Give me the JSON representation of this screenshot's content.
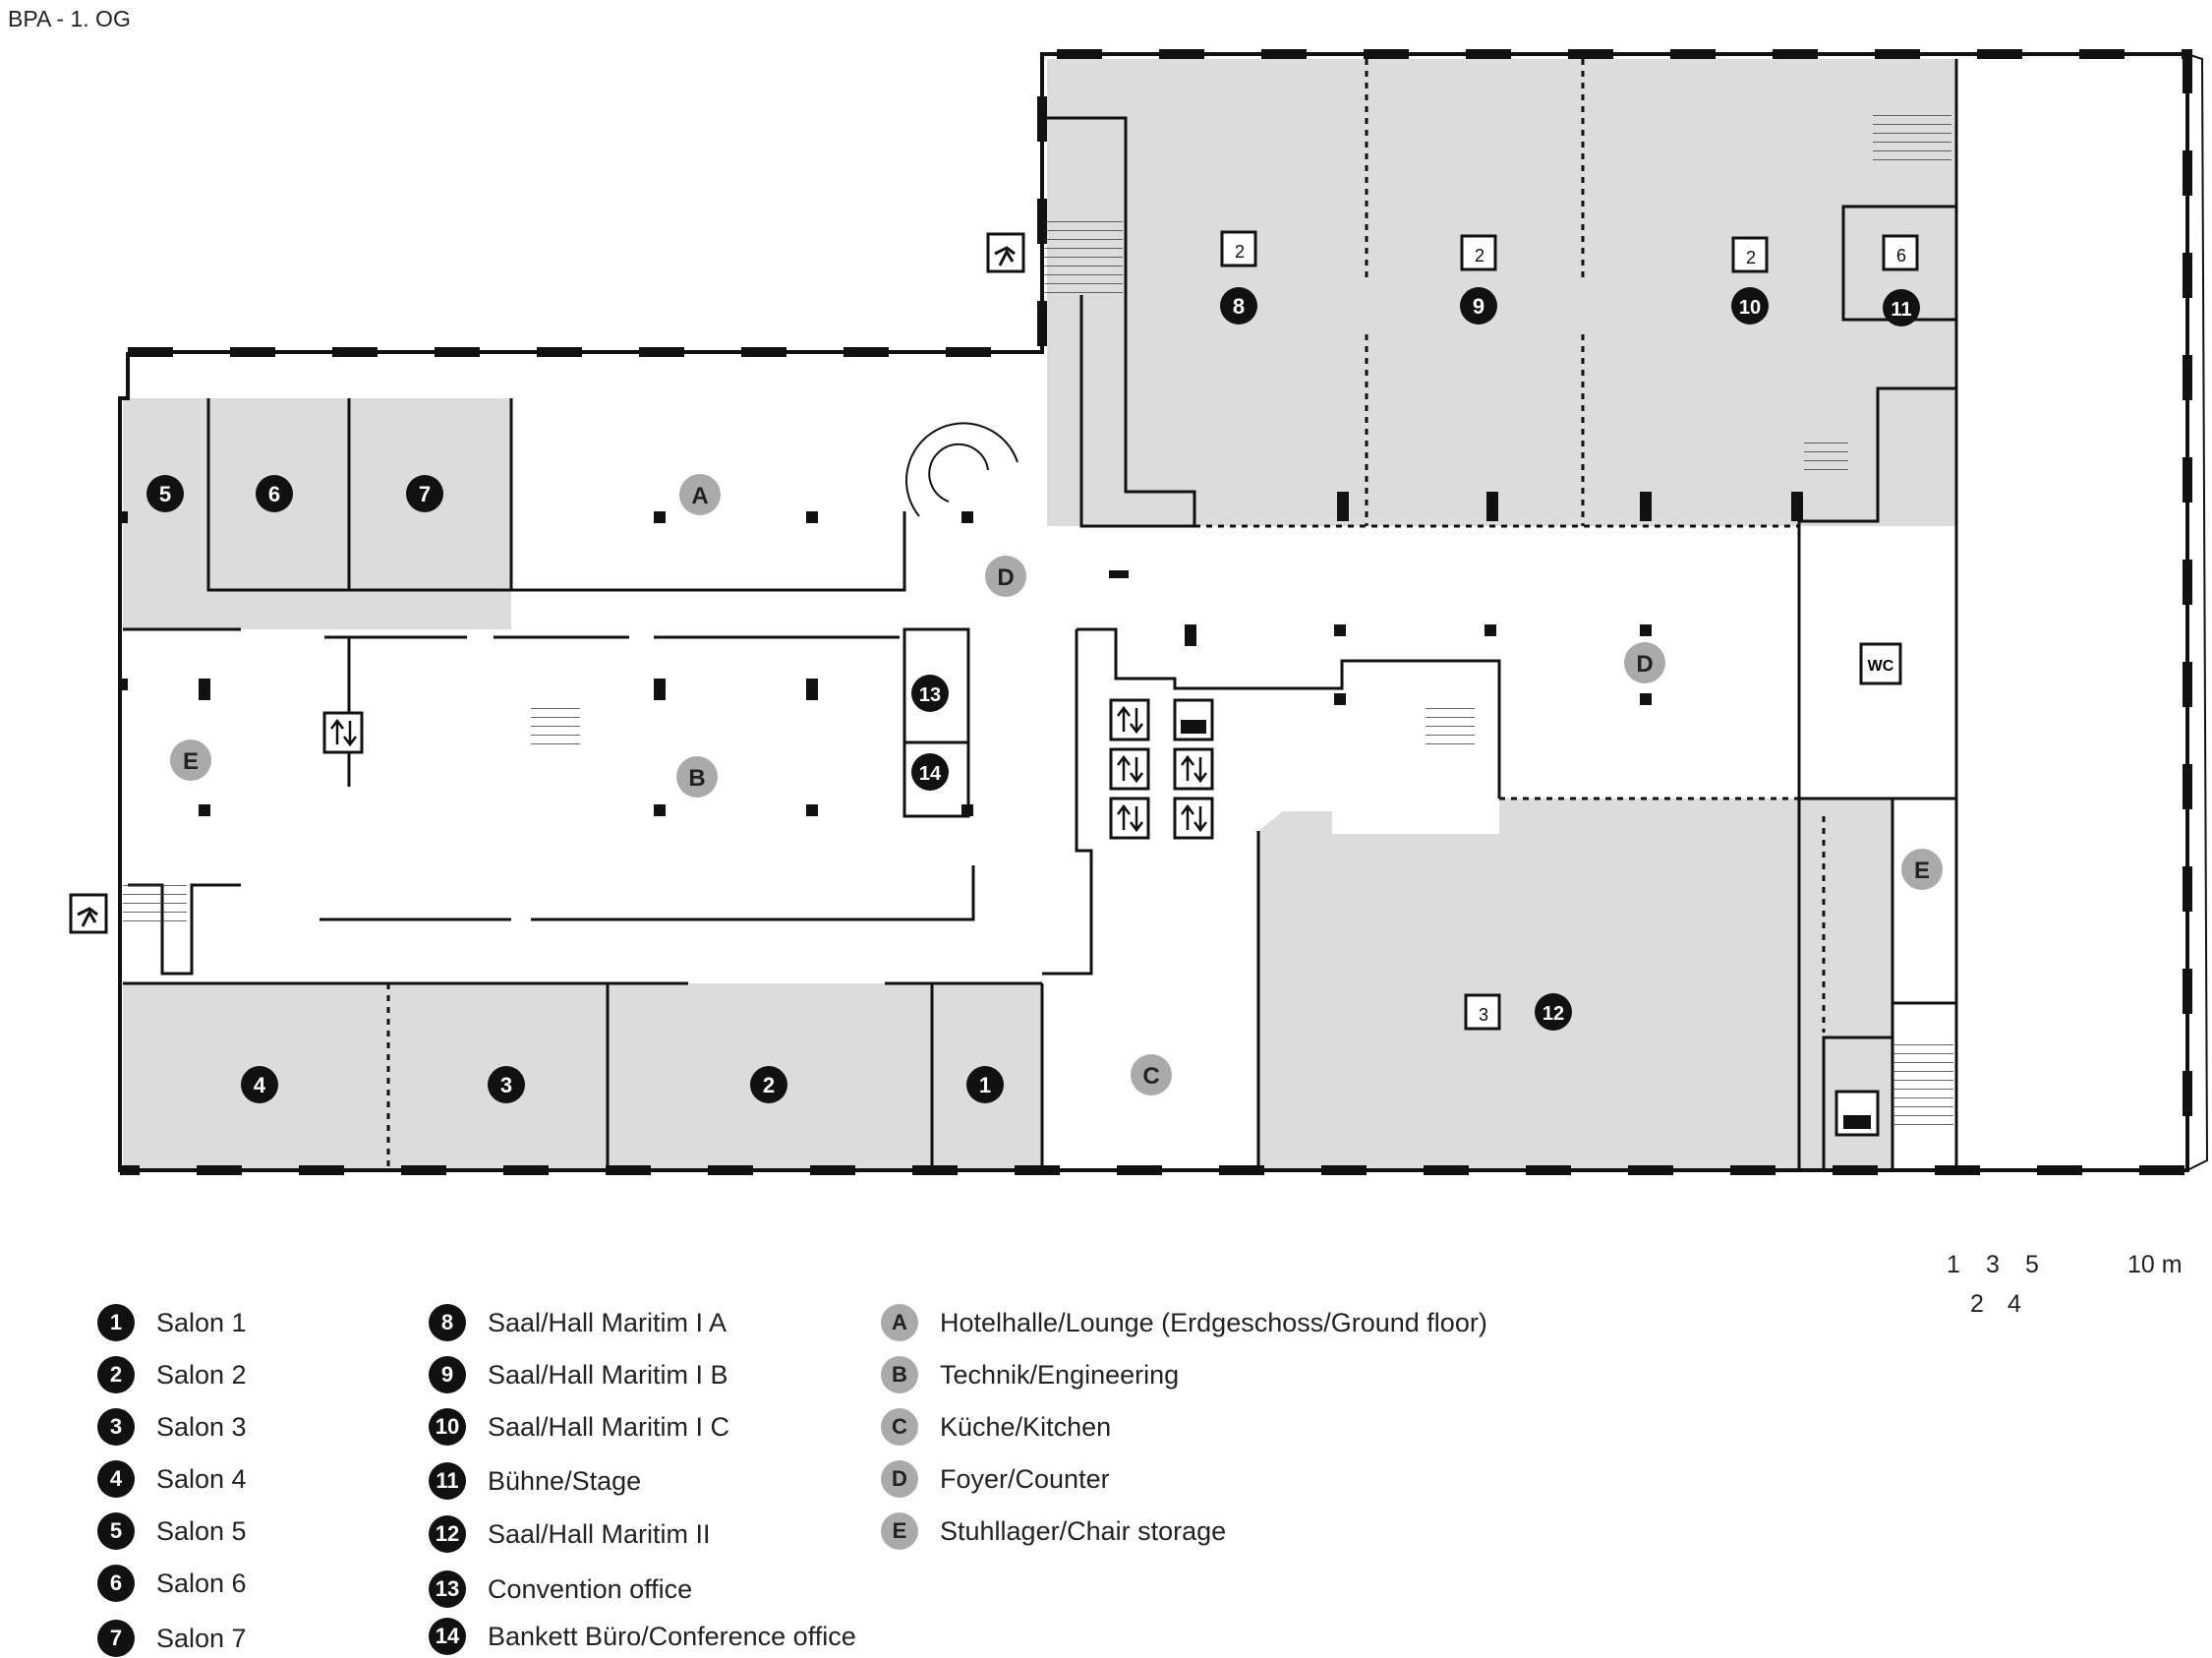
{
  "title": "BPA - 1. OG",
  "rooms": {
    "n1": "1",
    "n2": "2",
    "n3": "3",
    "n4": "4",
    "n5": "5",
    "n6": "6",
    "n7": "7",
    "n8": "8",
    "n9": "9",
    "n10": "10",
    "n11": "11",
    "n12": "12",
    "n13": "13",
    "n14": "14",
    "A": "A",
    "B": "B",
    "C": "C",
    "D": "D",
    "E": "E"
  },
  "wc_label": "WC",
  "capacity_subs": [
    "2",
    "2",
    "2",
    "6",
    "3"
  ],
  "legend": {
    "numbered": [
      {
        "num": "1",
        "label": "Salon 1"
      },
      {
        "num": "2",
        "label": "Salon 2"
      },
      {
        "num": "3",
        "label": "Salon 3"
      },
      {
        "num": "4",
        "label": "Salon 4"
      },
      {
        "num": "5",
        "label": "Salon 5"
      },
      {
        "num": "6",
        "label": "Salon 6"
      },
      {
        "num": "7",
        "label": "Salon 7"
      },
      {
        "num": "8",
        "label": "Saal/Hall Maritim I A"
      },
      {
        "num": "9",
        "label": "Saal/Hall Maritim I B"
      },
      {
        "num": "10",
        "label": "Saal/Hall Maritim I C"
      },
      {
        "num": "11",
        "label": "Bühne/Stage"
      },
      {
        "num": "12",
        "label": "Saal/Hall Maritim II"
      },
      {
        "num": "13",
        "label": "Convention office"
      },
      {
        "num": "14",
        "label": "Bankett Büro/Conference office"
      }
    ],
    "lettered": [
      {
        "letter": "A",
        "label": "Hotelhalle/Lounge (Erdgeschoss/Ground floor)"
      },
      {
        "letter": "B",
        "label": "Technik/Engineering"
      },
      {
        "letter": "C",
        "label": "Küche/Kitchen"
      },
      {
        "letter": "D",
        "label": "Foyer/Counter"
      },
      {
        "letter": "E",
        "label": "Stuhllager/Chair storage"
      }
    ]
  },
  "scale": {
    "top": [
      "1",
      "3",
      "5",
      "10 m"
    ],
    "bottom": [
      "2",
      "4"
    ]
  },
  "colors": {
    "room_fill": "#dcdcdc",
    "dark_badge": "#111111",
    "grey_badge": "#aaaaaa",
    "wall": "#111111"
  }
}
